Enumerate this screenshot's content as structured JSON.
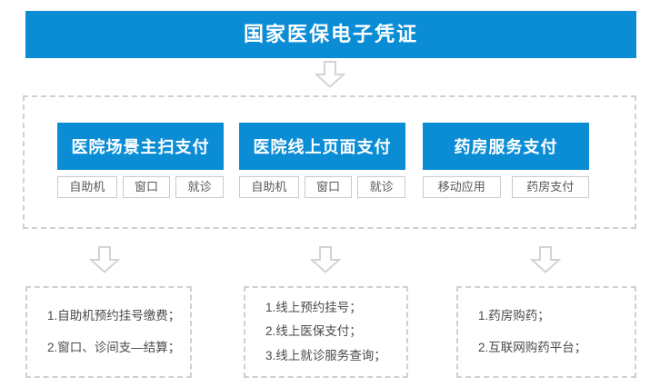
{
  "header": {
    "title": "国家医保电子凭证",
    "background_color": "#0b8dd6",
    "text_color": "#ffffff"
  },
  "arrows": {
    "top_label": "down-arrow",
    "branch_labels": [
      "down-arrow",
      "down-arrow",
      "down-arrow"
    ],
    "color": "#d2d3d5"
  },
  "channels": [
    {
      "title": "医院场景主扫支付",
      "tags": [
        "自助机",
        "窗口",
        "就诊"
      ]
    },
    {
      "title": "医院线上页面支付",
      "tags": [
        "自助机",
        "窗口",
        "就诊"
      ]
    },
    {
      "title": "药房服务支付",
      "tags": [
        "移动应用",
        "药房支付"
      ]
    }
  ],
  "details": [
    {
      "lines": [
        "1.自助机预约挂号缴费；",
        "2.窗口、诊间支—结算；"
      ]
    },
    {
      "lines": [
        "1.线上预约挂号；",
        "2.线上医保支付；",
        "3.线上就诊服务查询；"
      ]
    },
    {
      "lines": [
        "1.药房购药；",
        "2.互联网购药平台；"
      ]
    }
  ],
  "colors": {
    "accent_blue": "#0b8dd6",
    "dashed_border": "#cfd0d2",
    "tag_border": "#c9cacc",
    "body_text": "#595959"
  }
}
